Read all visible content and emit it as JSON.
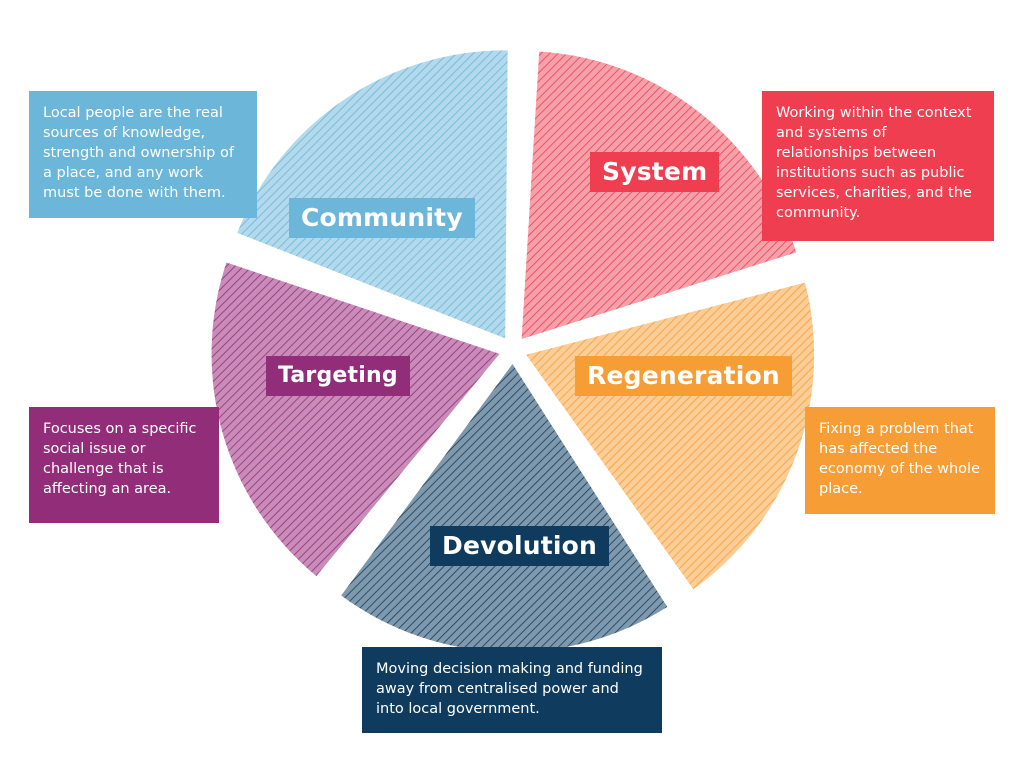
{
  "segments": [
    {
      "id": "system",
      "label": "System",
      "fraction": 0.2,
      "color": "#ee3e50",
      "light": "#f6a1a9",
      "description": "Working within the context and systems of relationships between institutions such as public services, charities, and the community."
    },
    {
      "id": "regeneration",
      "label": "Regeneration",
      "fraction": 0.2,
      "color": "#f79d35",
      "light": "#fbcd97",
      "description": "Fixing a problem that has affected the economy of the whole place."
    },
    {
      "id": "devolution",
      "label": "Devolution",
      "fraction": 0.2,
      "color": "#0f3b5e",
      "light": "#7f98ac",
      "description": "Moving decision making and funding away from centralised power and into local government."
    },
    {
      "id": "targeting",
      "label": "Targeting",
      "fraction": 0.2,
      "color": "#922e79",
      "light": "#c98bb8",
      "description": "Focuses on a specific social issue or challenge that is affecting an area."
    },
    {
      "id": "community",
      "label": "Community",
      "fraction": 0.2,
      "color": "#6bb6d9",
      "light": "#b3d9ec",
      "description": "Local people are the real sources of knowledge, strength and ownership of a place, and any work must be done with them."
    }
  ]
}
